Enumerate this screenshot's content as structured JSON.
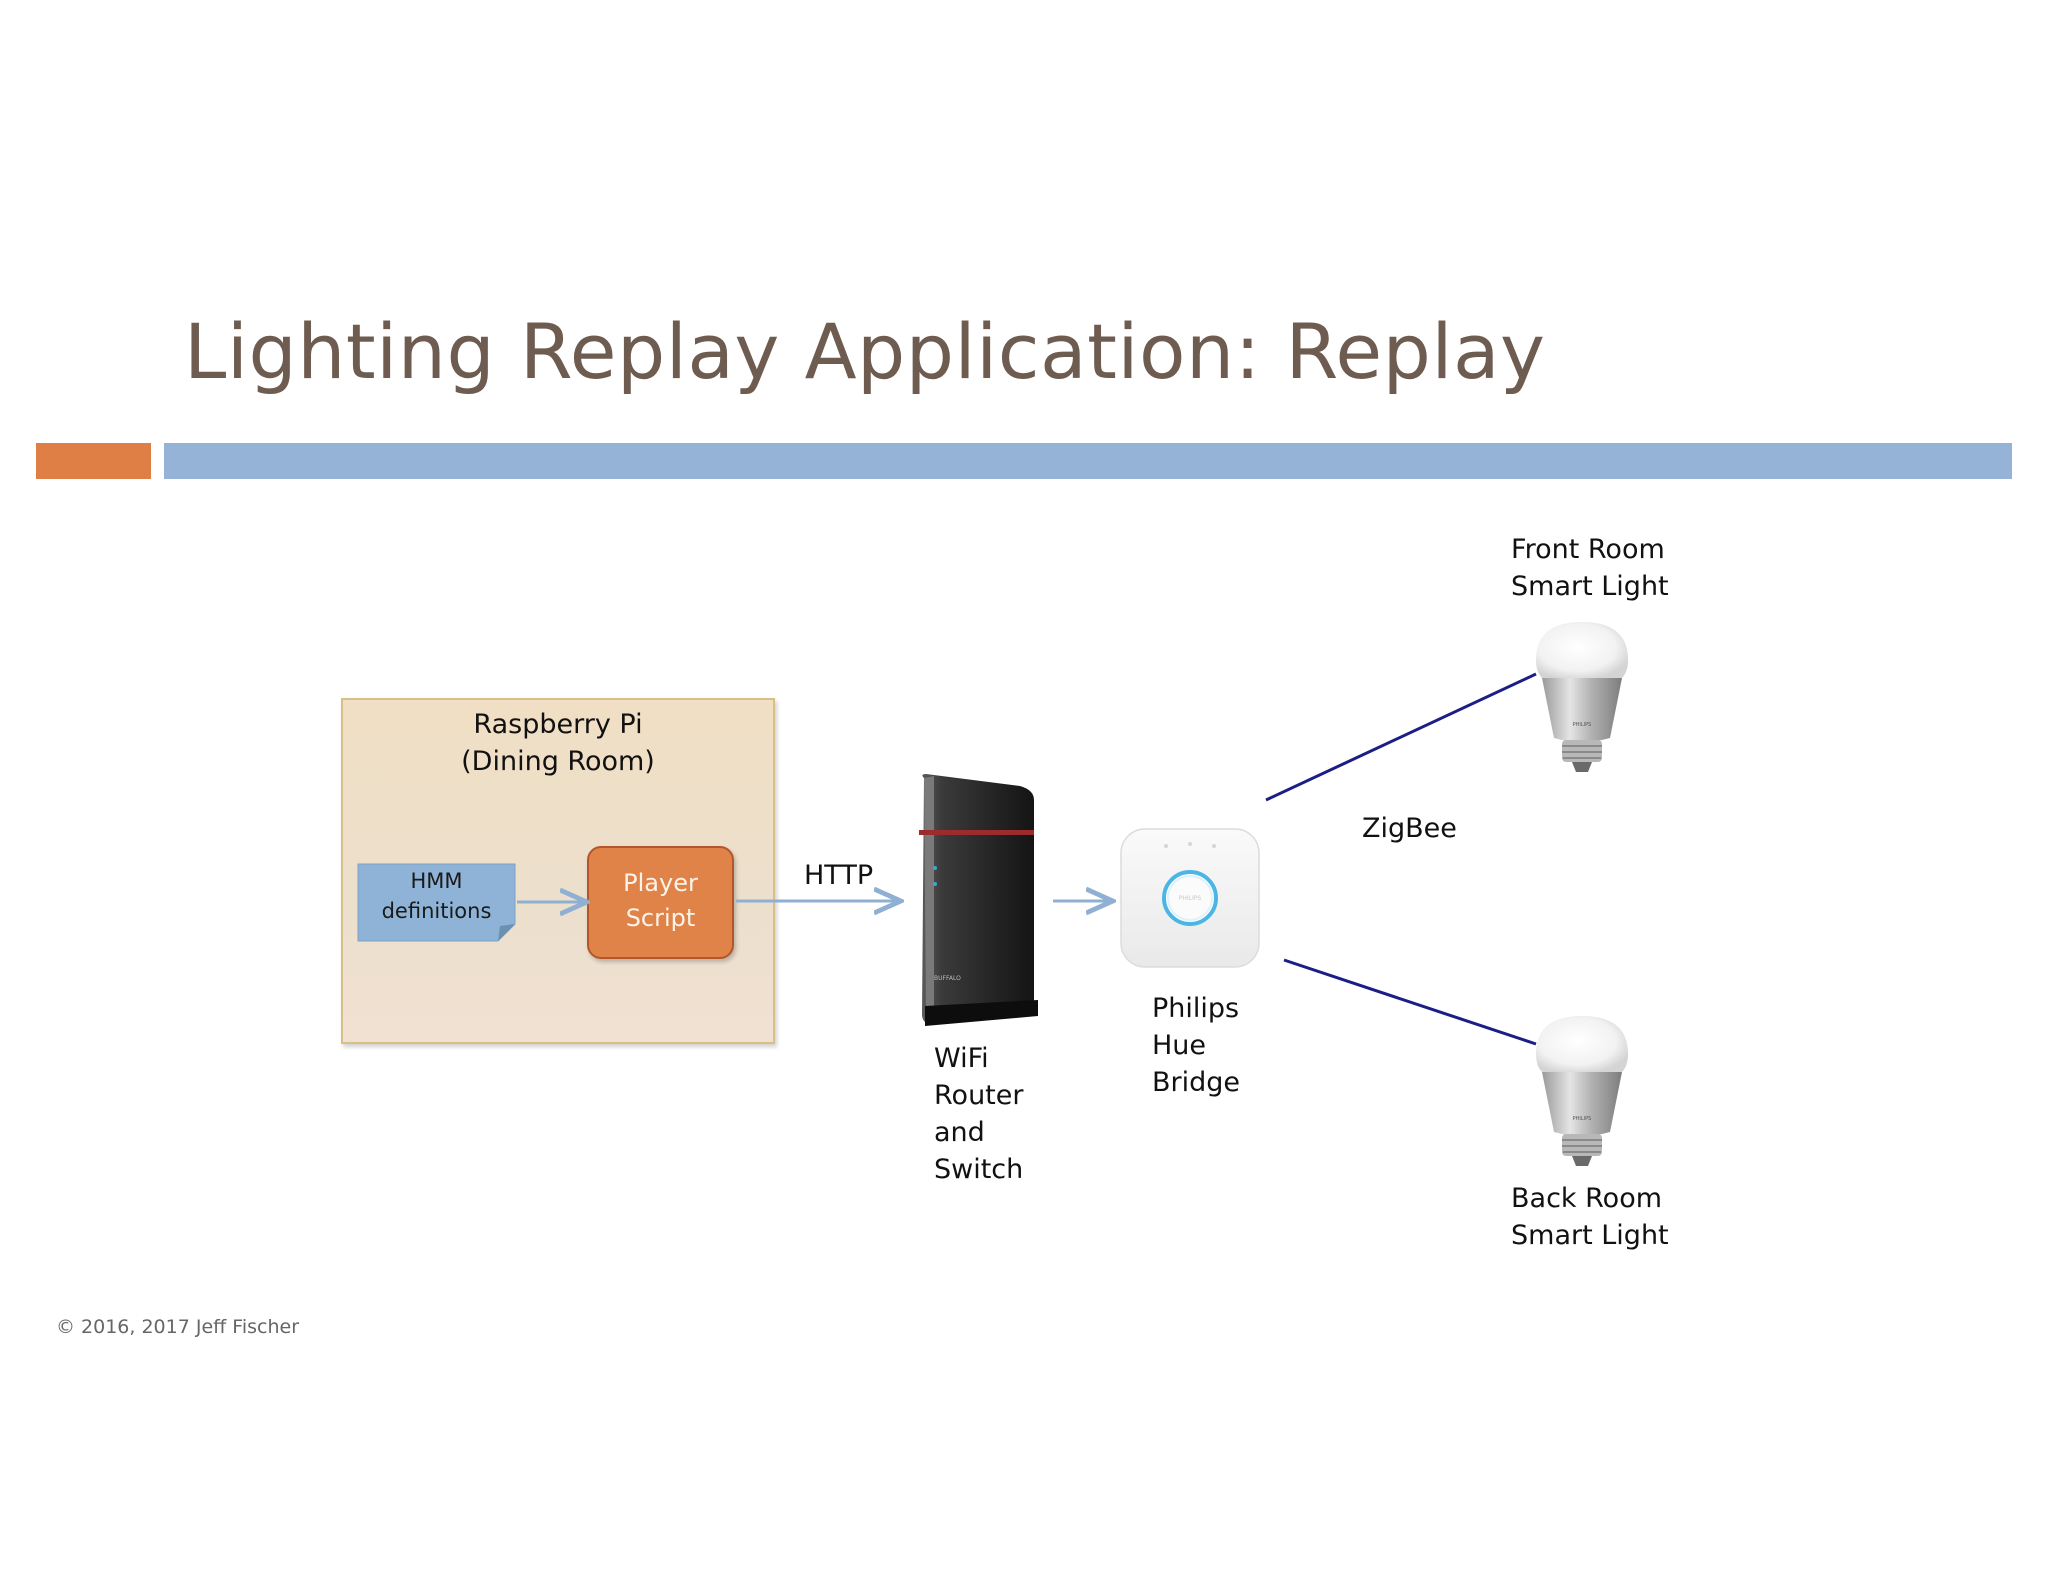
{
  "slide": {
    "title": "Lighting Replay Application: Replay",
    "footer": "© 2016, 2017 Jeff Fischer"
  },
  "colors": {
    "title": "#6e5c50",
    "accent_orange": "#e07f45",
    "accent_blue": "#95b3d7",
    "note_blue": "#8eb3d6",
    "player_orange": "#e08348",
    "arrow": "#8fb0d2",
    "zigbee_line": "#1b1e85"
  },
  "diagram": {
    "raspberry_pi": {
      "line1": "Raspberry Pi",
      "line2": "(Dining Room)"
    },
    "hmm_definitions": {
      "line1": "HMM",
      "line2": "definitions"
    },
    "player_script": {
      "line1": "Player",
      "line2": "Script"
    },
    "http_label": "HTTP",
    "router": {
      "line1": "WiFi",
      "line2": "Router",
      "line3": "and",
      "line4": "Switch"
    },
    "bridge": {
      "line1": "Philips",
      "line2": "Hue",
      "line3": "Bridge",
      "logo_text": "PHILIPS"
    },
    "zigbee_label": "ZigBee",
    "front_light": {
      "line1": "Front Room",
      "line2": "Smart Light"
    },
    "back_light": {
      "line1": "Back Room",
      "line2": "Smart Light"
    },
    "bulb_brand": "PHILIPS",
    "router_brand": "BUFFALO"
  }
}
